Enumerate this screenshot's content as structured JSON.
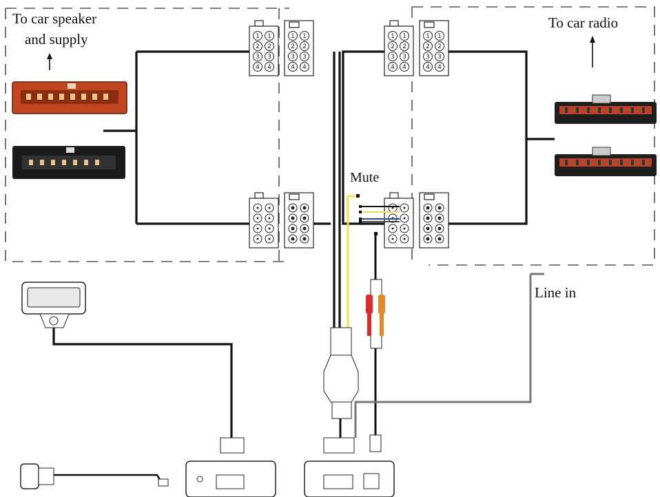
{
  "labels": {
    "speaker_line1": "To car speaker",
    "speaker_line2": "and supply",
    "radio": "To car radio",
    "mute": "Mute",
    "line_in": "Line in"
  },
  "connector_pin_numbers": [
    "1",
    "2",
    "3",
    "4"
  ],
  "colors": {
    "wire": "#111111",
    "mute_wire": "#f2e14a",
    "blue_wire": "#1f3fbf",
    "red_rca": "#e02a2a",
    "orange_rca": "#e08a2a",
    "speaker_plug": "#c2461f",
    "black_plug": "#1a1a1a"
  }
}
